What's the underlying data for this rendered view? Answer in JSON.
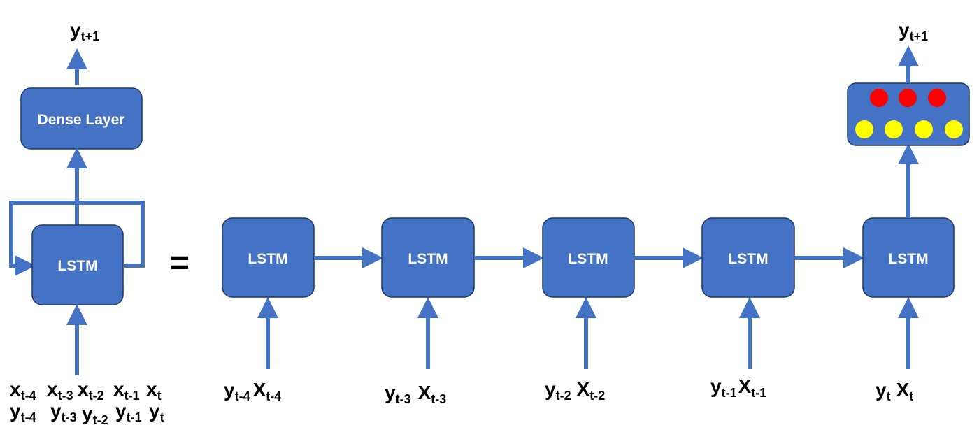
{
  "left_model": {
    "output": {
      "base": "y",
      "sub": "t+1"
    },
    "dense_label": "Dense Layer",
    "lstm_label": "LSTM",
    "inputs_x": [
      {
        "base": "x",
        "sub": "t-4"
      },
      {
        "base": "x",
        "sub": "t-3"
      },
      {
        "base": "x",
        "sub": "t-2"
      },
      {
        "base": "x",
        "sub": "t-1"
      },
      {
        "base": "x",
        "sub": "t"
      }
    ],
    "inputs_y": [
      {
        "base": "y",
        "sub": "t-4"
      },
      {
        "base": "y",
        "sub": "t-3"
      },
      {
        "base": "y",
        "sub": "t-2"
      },
      {
        "base": "y",
        "sub": "t-1"
      },
      {
        "base": "y",
        "sub": "t"
      }
    ]
  },
  "equals": "=",
  "unrolled": {
    "cells": [
      {
        "label": "LSTM",
        "inputs": [
          {
            "base": "y",
            "sub": "t-4"
          },
          {
            "base": "X",
            "sub": "t-4"
          }
        ]
      },
      {
        "label": "LSTM",
        "inputs": [
          {
            "base": "y",
            "sub": "t-3"
          },
          {
            "base": "X",
            "sub": "t-3"
          }
        ]
      },
      {
        "label": "LSTM",
        "inputs": [
          {
            "base": "y",
            "sub": "t-2"
          },
          {
            "base": "X",
            "sub": "t-2"
          }
        ]
      },
      {
        "label": "LSTM",
        "inputs": [
          {
            "base": "y",
            "sub": "t-1"
          },
          {
            "base": "X",
            "sub": "t-1"
          }
        ]
      },
      {
        "label": "LSTM",
        "inputs": [
          {
            "base": "y",
            "sub": "t"
          },
          {
            "base": "X",
            "sub": "t"
          }
        ]
      }
    ],
    "output": {
      "base": "y",
      "sub": "t+1"
    },
    "dense_neurons": {
      "top_count": 3,
      "top_color": "#ff0000",
      "bottom_count": 4,
      "bottom_color": "#ffff00"
    }
  },
  "colors": {
    "box": "#4472c4",
    "arrow": "#4472c4",
    "box_border": "#1f3864"
  }
}
